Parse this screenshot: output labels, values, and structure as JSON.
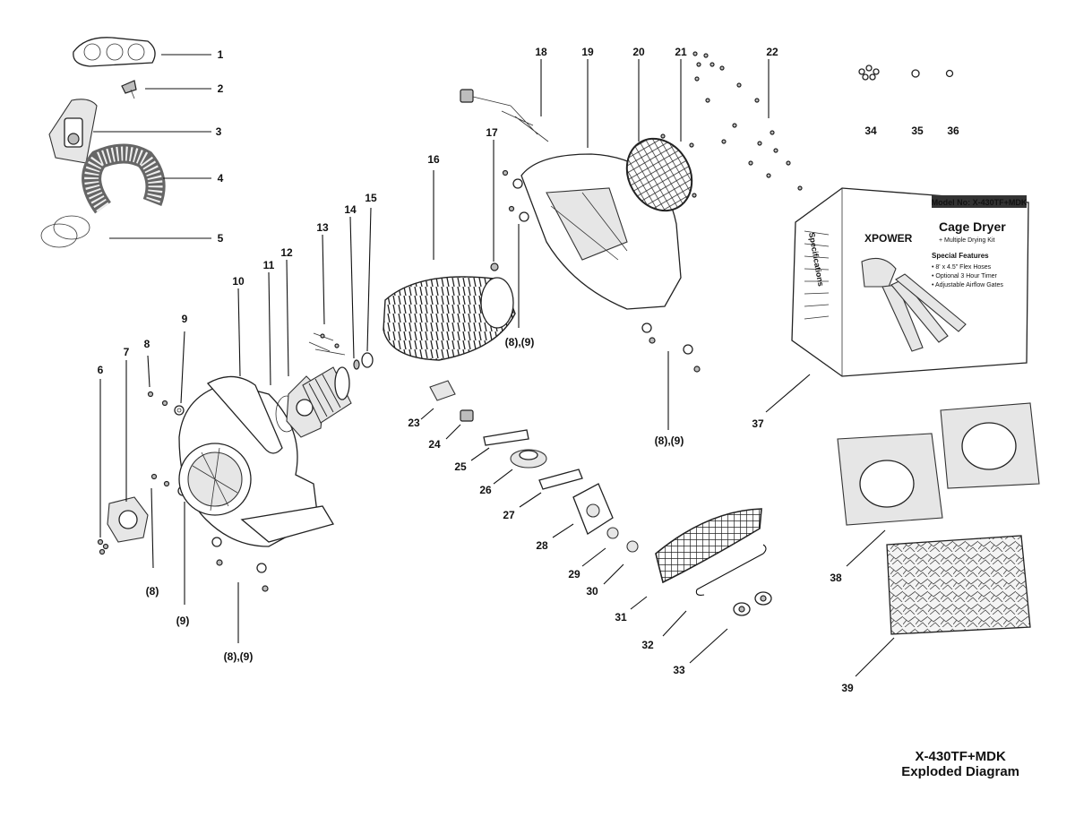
{
  "diagram": {
    "callouts": [
      "1",
      "2",
      "3",
      "4",
      "5",
      "6",
      "7",
      "8",
      "9",
      "10",
      "11",
      "12",
      "13",
      "14",
      "15",
      "16",
      "17",
      "18",
      "19",
      "20",
      "21",
      "22",
      "23",
      "24",
      "25",
      "26",
      "27",
      "28",
      "29",
      "30",
      "31",
      "32",
      "33",
      "34",
      "35",
      "36",
      "37",
      "38",
      "39"
    ],
    "extra_callouts": [
      "(8),(9)",
      "(8)",
      "(9)",
      "(8),(9)",
      "(8),(9)"
    ]
  },
  "box": {
    "model": "Model No: X-430TF+MDK",
    "specifications": "Specifications",
    "brand": "XPOWER",
    "product_name": "Cage Dryer",
    "product_sub": "+ Multiple Drying Kit",
    "features_title": "Special Features",
    "features": [
      "• 8' x 4.5\" Flex Hoses",
      "• Optional 3 Hour Timer",
      "• Adjustable Airflow Gates"
    ]
  },
  "footer": {
    "title": "X-430TF+MDK",
    "subtitle": "Exploded Diagram"
  }
}
